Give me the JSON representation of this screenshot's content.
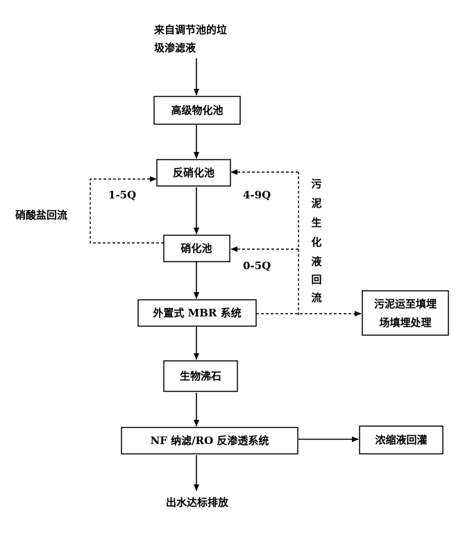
{
  "source": [
    "来自调节池的垃",
    "圾渗滤液"
  ],
  "nodes": {
    "advanced_physchem": "高级物化池",
    "denitrification": "反硝化池",
    "nitrification": "硝化池",
    "mbr": "外置式 MBR 系统",
    "zeolite": "生物沸石",
    "nf_ro": "NF 纳滤/RO 反渗透系统",
    "sludge_landfill": [
      "污泥运至填埋",
      "场填埋处理"
    ],
    "concentrate": "浓缩液回灌",
    "discharge": "出水达标排放"
  },
  "labels": {
    "nitrate_return": "硝酸盐回流",
    "ratio_nitrate": "1-5Q",
    "ratio_sludge_denit": "4-9Q",
    "ratio_sludge_nit": "0-5Q",
    "sludge_return_vertical": [
      "污",
      "泥",
      "生",
      "化",
      "液",
      "回",
      "流"
    ]
  }
}
